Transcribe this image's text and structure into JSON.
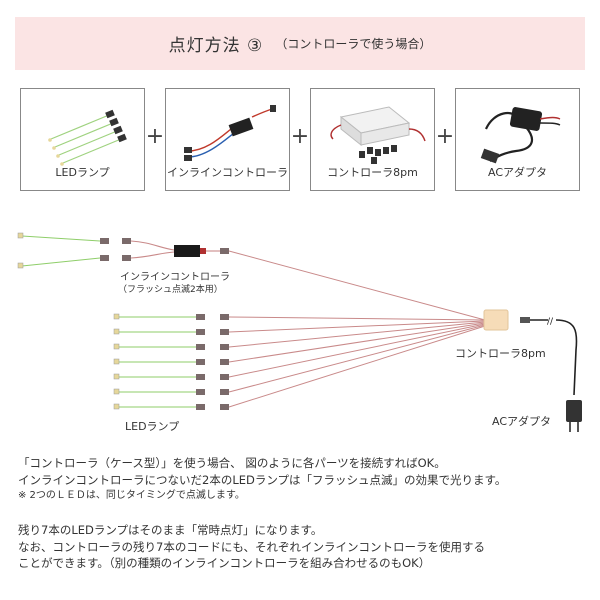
{
  "header": {
    "title": "点灯方法 ③",
    "subtitle": "（コントローラで使う場合）"
  },
  "parts": [
    {
      "label": "LEDランプ"
    },
    {
      "label": "インラインコントローラ"
    },
    {
      "label": "コントローラ8pm"
    },
    {
      "label": "ACアダプタ"
    }
  ],
  "plus_sign": "+",
  "diagram": {
    "inline_controller_label": "インラインコントローラ",
    "inline_controller_sub": "（フラッシュ点滅2本用）",
    "controller_label": "コントローラ8pm",
    "led_label": "LEDランプ",
    "adapter_label": "ACアダプタ",
    "colors": {
      "green_wire": "#8fce6a",
      "red_wire": "#c98a8a",
      "plug": "#8a6a6a",
      "controller": "#f6dcb8"
    }
  },
  "description": {
    "line1": "「コントローラ（ケース型）」を使う場合、 図のように各パーツを接続すればOK。",
    "line2": "インラインコントローラにつないだ2本のLEDランプは「フラッシュ点滅」の効果で光ります。",
    "note": "※ 2つのＬＥＤは、同じタイミングで点滅します。",
    "line3": "残り7本のLEDランプはそのまま「常時点灯」になります。",
    "line4": "なお、コントローラの残り7本のコードにも、それぞれインラインコントローラを使用する",
    "line5": "ことができます。（別の種類のインラインコントローラを組み合わせるのもOK）"
  }
}
